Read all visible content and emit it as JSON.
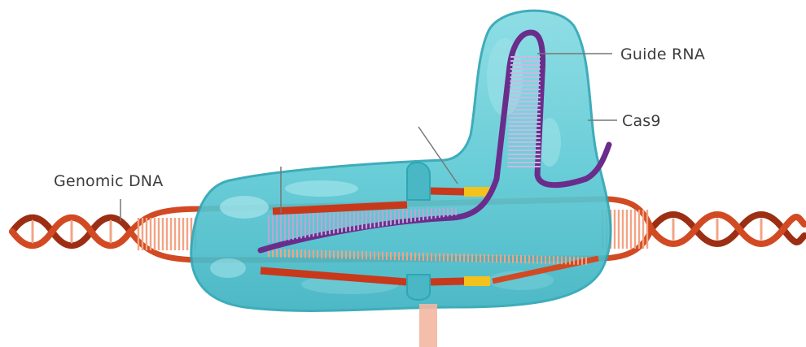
{
  "labels": {
    "guide_rna": "Guide RNA",
    "cas9": "Cas9",
    "genomic_dna": "Genomic DNA"
  },
  "colors": {
    "protein_fill": "#5cc9d4",
    "protein_edge": "#2ea6b5",
    "dna_strand": "#d24a23",
    "dna_strand_dark": "#9c2e14",
    "base_pairs": "#f2a484",
    "guide_rna": "#6a2d8c",
    "rna_pairs": "#b9a8d6",
    "pam_site": "#f4c21c",
    "leader_line": "#777777"
  }
}
